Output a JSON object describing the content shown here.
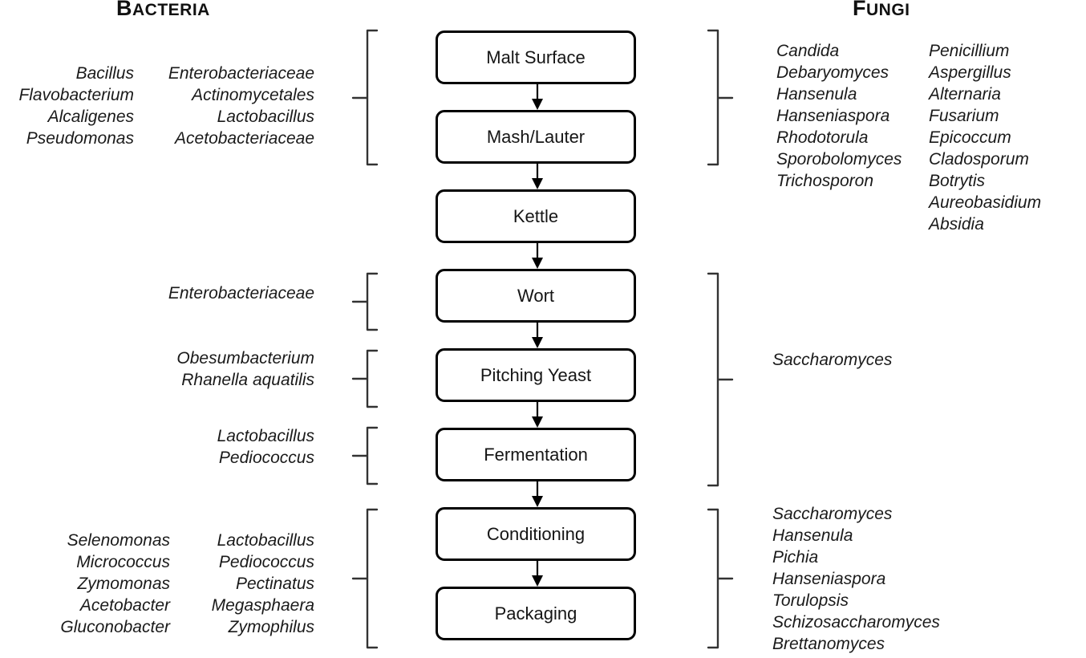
{
  "headings": {
    "bacteria": {
      "cap": "B",
      "rest": "ACTERIA"
    },
    "fungi": {
      "cap": "F",
      "rest": "UNGI"
    }
  },
  "process_steps": [
    {
      "label": "Malt Surface"
    },
    {
      "label": "Mash/Lauter"
    },
    {
      "label": "Kettle"
    },
    {
      "label": "Wort"
    },
    {
      "label": "Pitching Yeast"
    },
    {
      "label": "Fermentation"
    },
    {
      "label": "Conditioning"
    },
    {
      "label": "Packaging"
    }
  ],
  "bacteria": {
    "malt_mash": {
      "col1": [
        "Bacillus",
        "Flavobacterium",
        "Alcaligenes",
        "Pseudomonas"
      ],
      "col2": [
        "Enterobacteriaceae",
        "Actinomycetales",
        "Lactobacillus",
        "Acetobacteriaceae"
      ]
    },
    "wort": {
      "col1": [
        "Enterobacteriaceae"
      ]
    },
    "pitching_yeast": {
      "col1": [
        "Obesumbacterium",
        "Rhanella aquatilis"
      ]
    },
    "fermentation": {
      "col1": [
        "Lactobacillus",
        "Pediococcus"
      ]
    },
    "conditioning_packaging": {
      "col1": [
        "Selenomonas",
        "Micrococcus",
        "Zymomonas",
        "Acetobacter",
        "Gluconobacter"
      ],
      "col2": [
        "Lactobacillus",
        "Pediococcus",
        "Pectinatus",
        "Megasphaera",
        "Zymophilus"
      ]
    }
  },
  "fungi": {
    "malt_mash": {
      "col1": [
        "Candida",
        "Debaryomyces",
        "Hansenula",
        "Hanseniaspora",
        "Rhodotorula",
        "Sporobolomyces",
        "Trichosporon"
      ],
      "col2": [
        "Penicillium",
        "Aspergillus",
        "Alternaria",
        "Fusarium",
        "Epicoccum",
        "Cladosporum",
        "Botrytis",
        "Aureobasidium",
        "Absidia"
      ]
    },
    "wort_fermentation": {
      "col1": [
        "Saccharomyces"
      ]
    },
    "conditioning_packaging": {
      "col1": [
        "Saccharomyces",
        "Hansenula",
        "Pichia",
        "Hanseniaspora",
        "Torulopsis",
        "Schizosaccharomyces",
        "Brettanomyces"
      ]
    }
  },
  "colors": {
    "stroke": "#000000",
    "text": "#1a1a1a",
    "background": "#ffffff",
    "bracket": "#333333"
  }
}
